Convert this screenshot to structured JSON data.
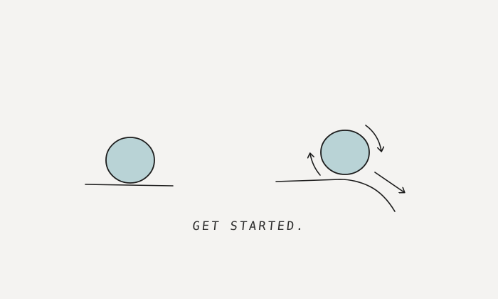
{
  "caption": "GET STARTED.",
  "colors": {
    "background": "#f4f3f1",
    "ball_fill": "#b9d3d6",
    "ink": "#1c1c1c"
  },
  "scenes": [
    {
      "name": "ball-at-rest",
      "ground": "flat"
    },
    {
      "name": "ball-rolling",
      "ground": "slope",
      "motion_icons": [
        "arrow-up-curved-icon",
        "arrow-rotate-down-icon",
        "arrow-downhill-icon"
      ]
    }
  ]
}
